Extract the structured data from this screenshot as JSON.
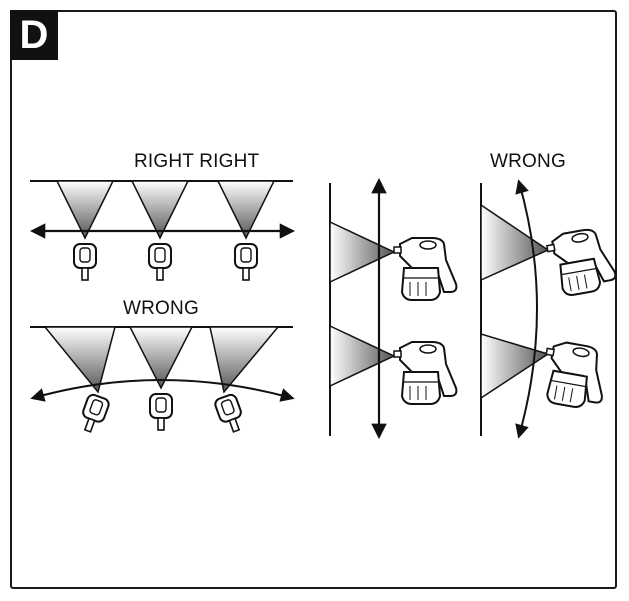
{
  "panel": {
    "badge_letter": "D"
  },
  "labels": {
    "right_right": "RIGHT RIGHT",
    "wrong_horizontal": "WRONG",
    "wrong_vertical": "WRONG"
  },
  "colors": {
    "ink": "#1a1a1a",
    "spray_dark": "#6e6e6e",
    "spray_light": "#ffffff"
  },
  "icons": [
    "spray-gun-icon",
    "spray-cone-icon",
    "double-arrow-icon",
    "curved-double-arrow-icon"
  ]
}
